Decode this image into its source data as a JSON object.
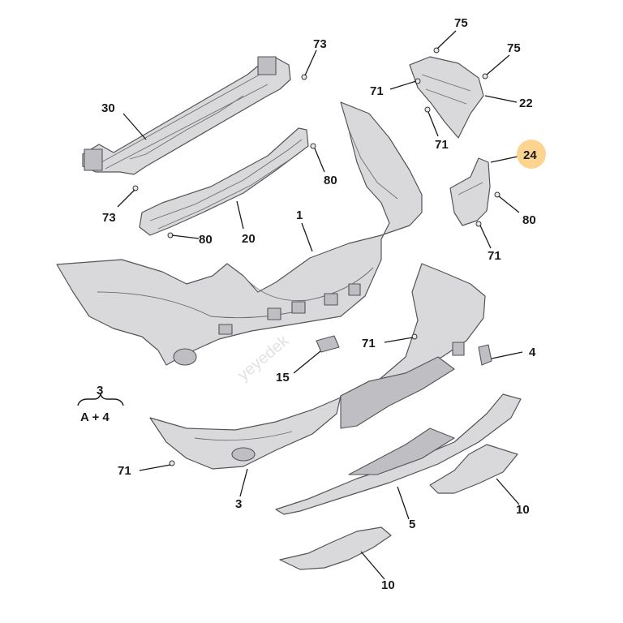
{
  "labels": {
    "l73a": "73",
    "l73b": "73",
    "l30": "30",
    "l20": "20",
    "l80a": "80",
    "l80b": "80",
    "l80c": "80",
    "l1": "1",
    "l75a": "75",
    "l75b": "75",
    "l71a": "71",
    "l71b": "71",
    "l71c": "71",
    "l71d": "71",
    "l71e": "71",
    "l22": "22",
    "l24": "24",
    "l4": "4",
    "l15": "15",
    "l3a": "3",
    "l3b": "3",
    "l5": "5",
    "l10a": "10",
    "l10b": "10",
    "formula": "A + 4"
  },
  "watermark": "yeyedek",
  "highlight_color": "#fbd490"
}
